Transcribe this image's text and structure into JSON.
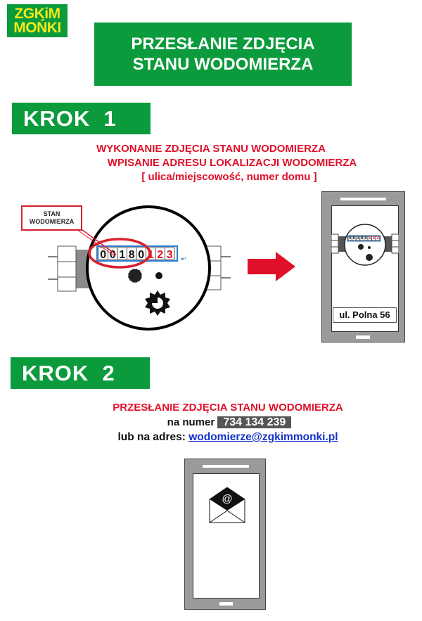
{
  "logo": {
    "line1": "ZGKiM",
    "line2": "MOŃKI"
  },
  "title": {
    "line1": "PRZESŁANIE ZDJĘCIA",
    "line2": "STANU WODOMIERZA"
  },
  "step1": {
    "heading": "KROK  1",
    "line1": "WYKONANIE ZDJĘCIA STANU WODOMIERZA",
    "line2": "WPISANIE ADRESU LOKALIZACJI WODOMIERZA",
    "line3": "[ ulica/miejscowość, numer domu ]",
    "callout": {
      "line1": "STAN",
      "line2": "WODOMIERZA"
    },
    "meter_digits_black": [
      "0",
      "0",
      "1",
      "8",
      "0"
    ],
    "meter_digits_red": [
      "1",
      "2",
      "3"
    ],
    "meter_unit": "m³",
    "address_label": "ul. Polna 56"
  },
  "step2": {
    "heading": "KROK  2",
    "line1": "PRZESŁANIE ZDJĘCIA STANU WODOMIERZA",
    "number_prefix": "na numer",
    "phone_number": "734 134 239",
    "email_prefix": "lub na adres:",
    "email": "wodomierze@zgkimmonki.pl"
  },
  "colors": {
    "green": "#0b9a3c",
    "red": "#e0102a",
    "yellow": "#f2e81c",
    "link": "#1433c8"
  },
  "icons": [
    "water-meter-icon",
    "arrow-right-icon",
    "smartphone-icon",
    "envelope-at-icon"
  ]
}
